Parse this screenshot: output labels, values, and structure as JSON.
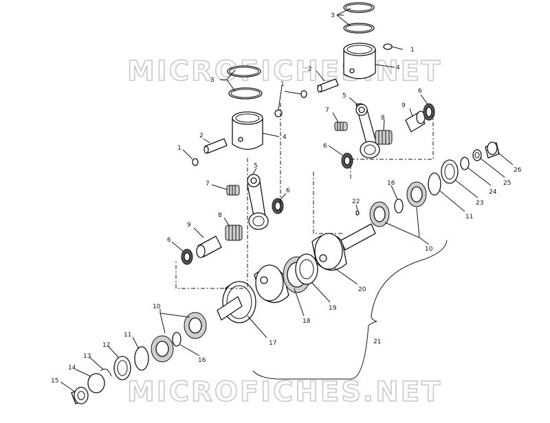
{
  "watermark": {
    "top_text": "MICROFICHES.NET",
    "bottom_text": "MICROFICHES.NET"
  },
  "labels": {
    "l1a": "1",
    "l1b": "1",
    "l1c": "1",
    "l2a": "2",
    "l2b": "2",
    "l3a": "3",
    "l3b": "3",
    "l4a": "4",
    "l4b": "4",
    "l5a": "5",
    "l5b": "5",
    "l6a": "6",
    "l6b": "6",
    "l6c": "6",
    "l6d": "6",
    "l7a": "7",
    "l7b": "7",
    "l8a": "8",
    "l8b": "8",
    "l9a": "9",
    "l9b": "9",
    "l10a": "10",
    "l10b": "10",
    "l11a": "11",
    "l11b": "11",
    "l12": "12",
    "l13": "13",
    "l14": "14",
    "l15": "15",
    "l16a": "16",
    "l16b": "16",
    "l17": "17",
    "l18": "18",
    "l19": "19",
    "l20": "20",
    "l21": "21",
    "l22": "22",
    "l23": "23",
    "l24": "24",
    "l25": "25",
    "l26": "26"
  }
}
